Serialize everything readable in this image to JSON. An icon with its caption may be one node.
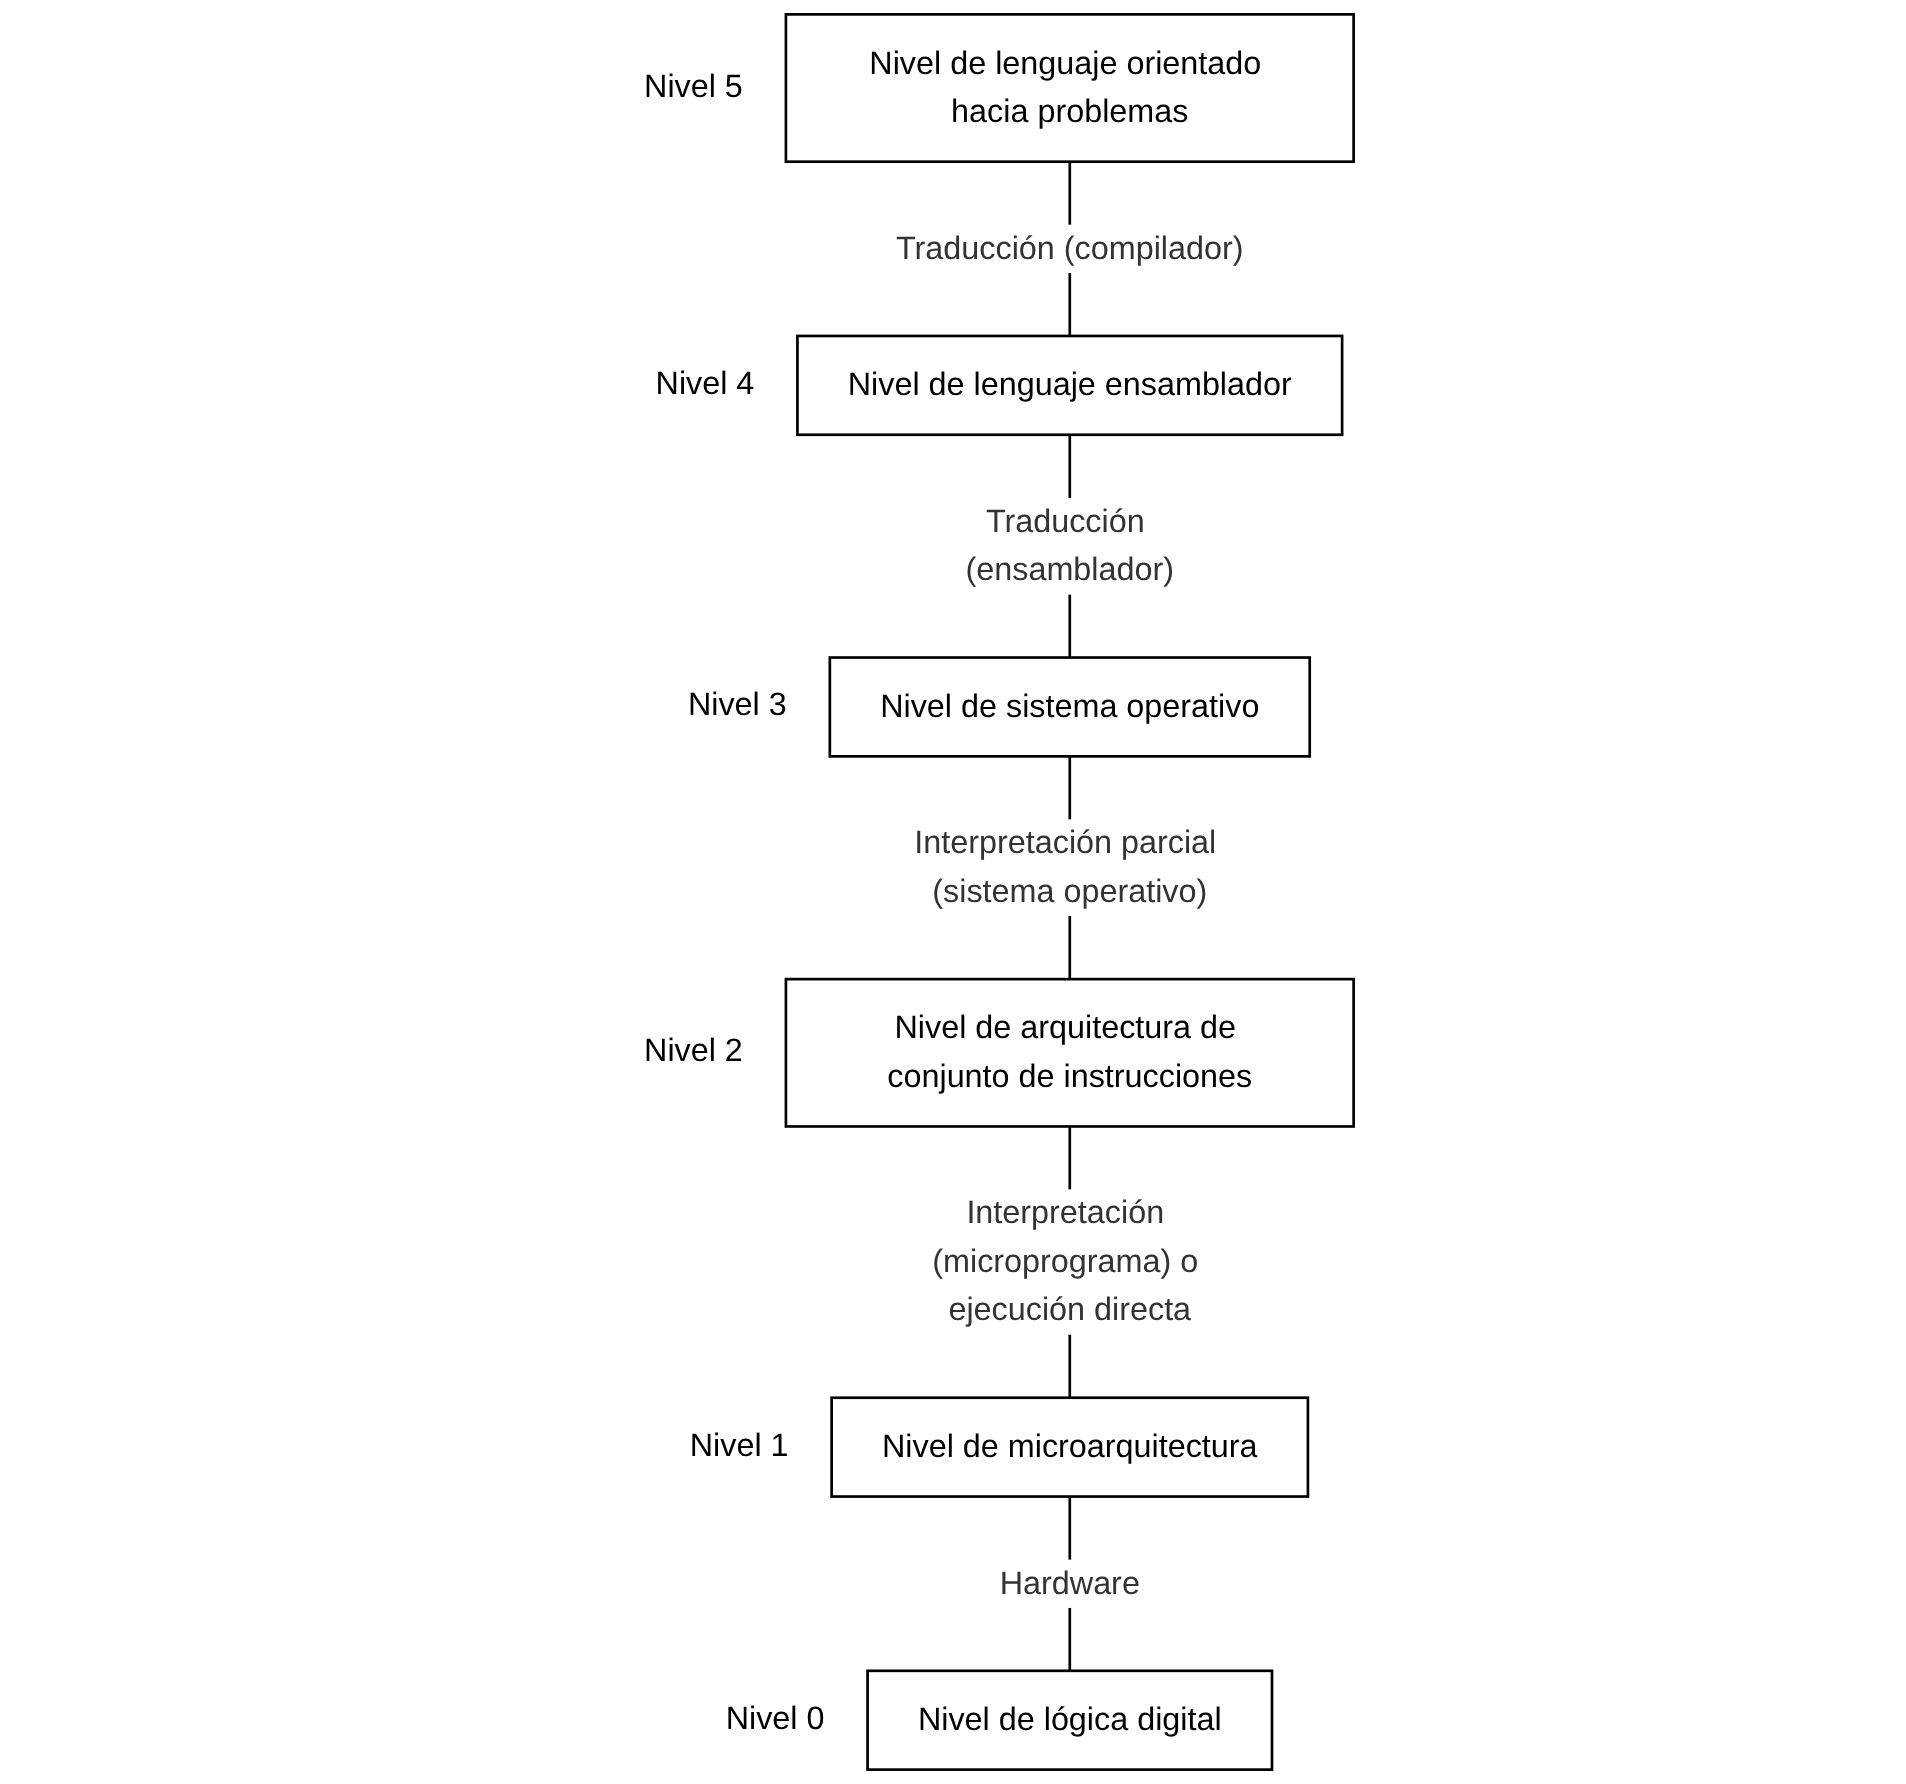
{
  "diagram": {
    "nodes": [
      {
        "text": [
          "Nivel de lenguaje orientado hacia problemas"
        ],
        "beside": [
          "Nivel 5"
        ]
      },
      {
        "text": [
          "Nivel de lenguaje ensamblador"
        ],
        "beside": [
          "Nivel 4"
        ]
      },
      {
        "text": [
          "Nivel de sistema operativo"
        ],
        "beside": [
          "Nivel 3"
        ]
      },
      {
        "text": [
          "Nivel de arquitectura de conjunto de instrucciones"
        ],
        "beside": [
          "Nivel 2"
        ]
      },
      {
        "text": [
          "Nivel de microarquitectura"
        ],
        "beside": [
          "Nivel 1"
        ]
      },
      {
        "text": [
          "Nivel de lógica digital"
        ],
        "beside": [
          "Nivel 0"
        ]
      }
    ],
    "edges": [
      {
        "from": 0,
        "to": 1,
        "arrow": "none",
        "label": "Traducción (compilador)"
      },
      {
        "from": 1,
        "to": 2,
        "arrow": "none",
        "label": "Traducción (ensamblador)"
      },
      {
        "from": 2,
        "to": 3,
        "arrow": "none",
        "label": "Interpretación parcial (sistema operativo)"
      },
      {
        "from": 3,
        "to": 4,
        "arrow": "none",
        "label": "Interpretación (microprograma) o ejecución directa"
      },
      {
        "from": 4,
        "to": 5,
        "arrow": "none",
        "label": "Hardware"
      }
    ]
  }
}
